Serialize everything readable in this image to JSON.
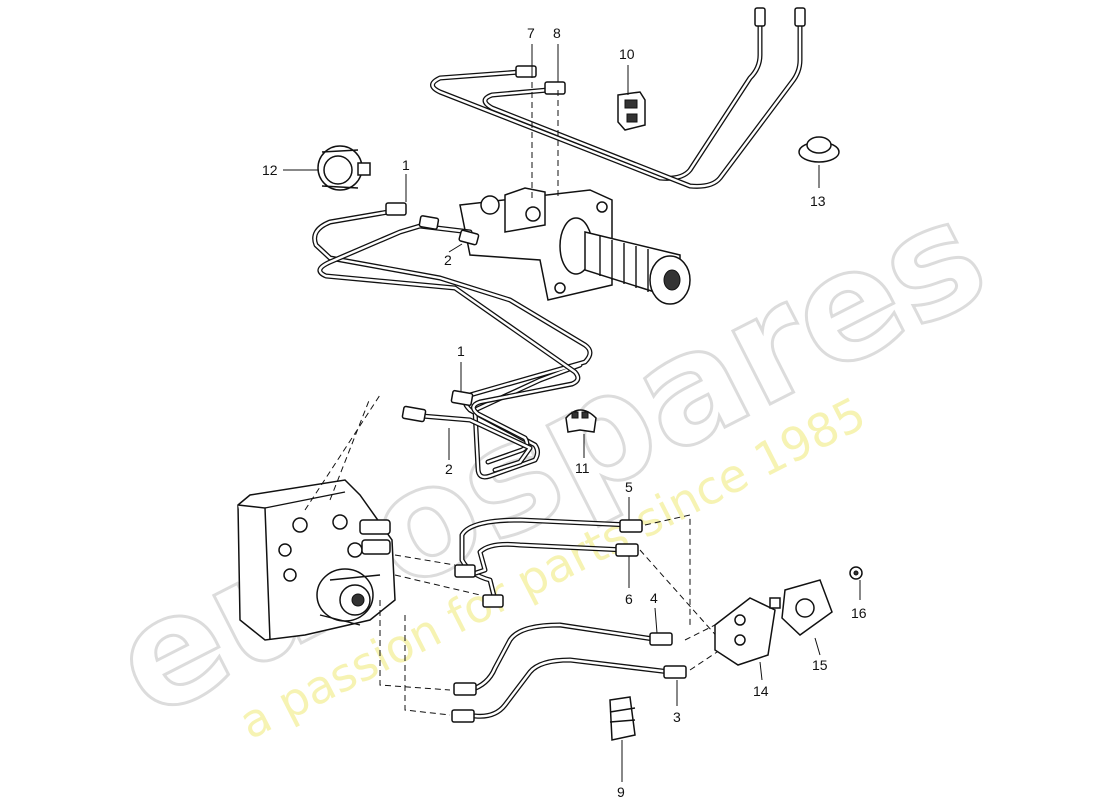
{
  "watermark": {
    "brand": "eurospares",
    "tagline": "a passion for parts since 1985"
  },
  "callouts": [
    {
      "id": "c7",
      "label": "7"
    },
    {
      "id": "c8",
      "label": "8"
    },
    {
      "id": "c10",
      "label": "10"
    },
    {
      "id": "c12",
      "label": "12"
    },
    {
      "id": "c1a",
      "label": "1"
    },
    {
      "id": "c2a",
      "label": "2"
    },
    {
      "id": "c13",
      "label": "13"
    },
    {
      "id": "c1b",
      "label": "1"
    },
    {
      "id": "c2b",
      "label": "2"
    },
    {
      "id": "c11",
      "label": "11"
    },
    {
      "id": "c5",
      "label": "5"
    },
    {
      "id": "c6",
      "label": "6"
    },
    {
      "id": "c4",
      "label": "4"
    },
    {
      "id": "c16",
      "label": "16"
    },
    {
      "id": "c15",
      "label": "15"
    },
    {
      "id": "c14",
      "label": "14"
    },
    {
      "id": "c3",
      "label": "3"
    },
    {
      "id": "c9",
      "label": "9"
    }
  ]
}
